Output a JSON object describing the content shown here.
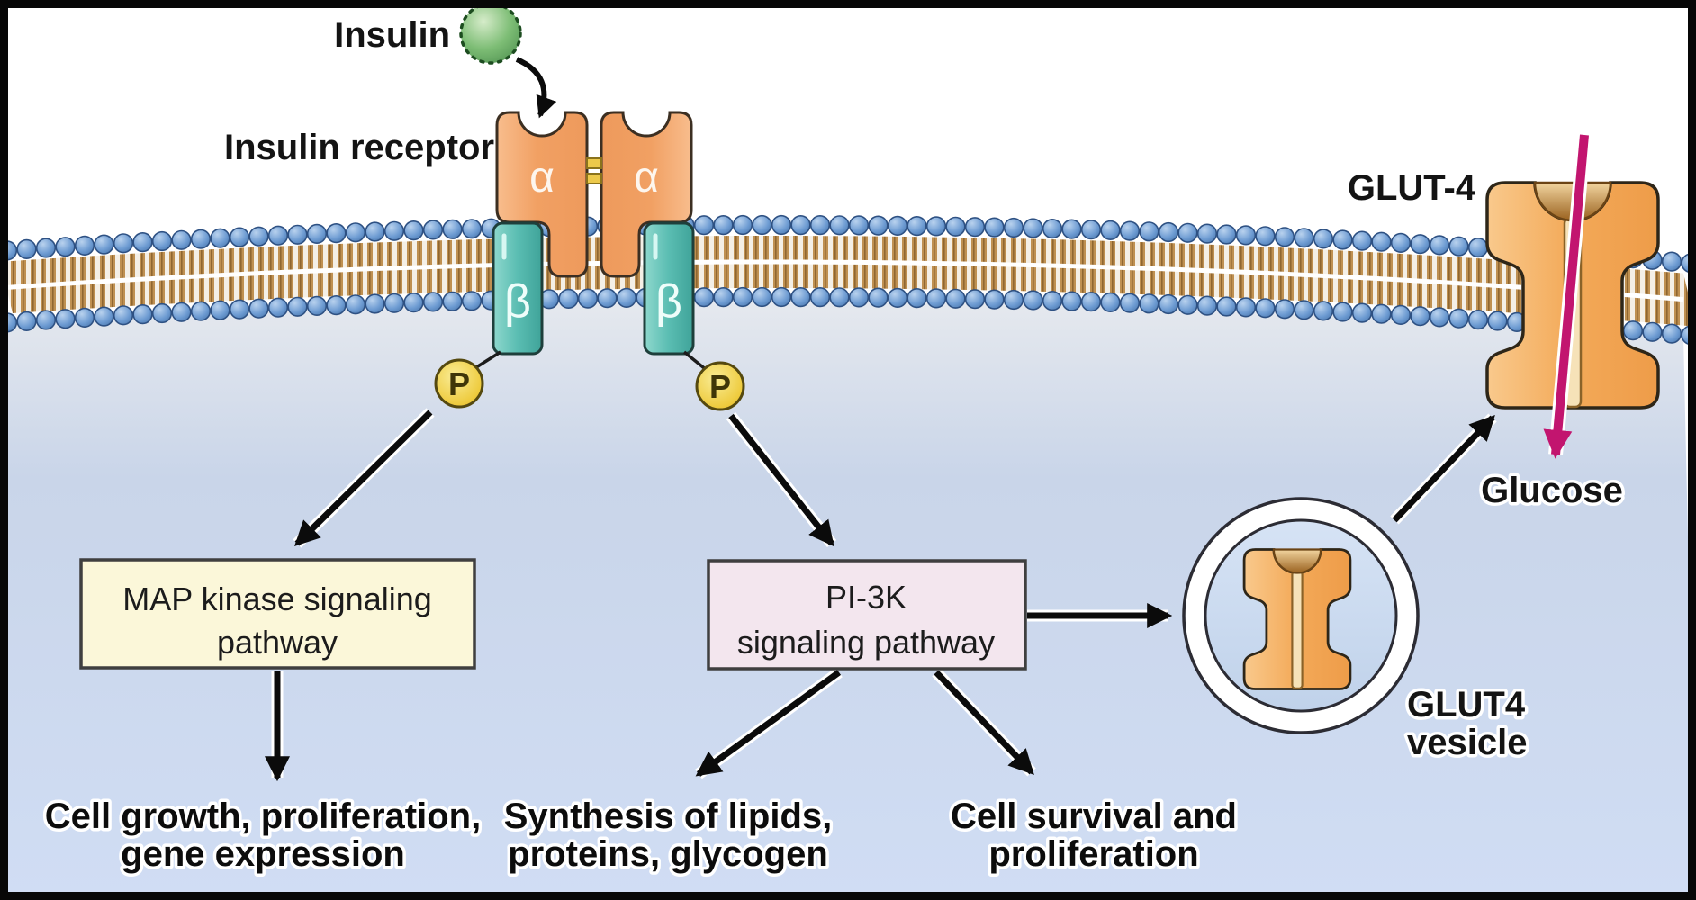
{
  "labels": {
    "insulin": "Insulin",
    "insulin_receptor": "Insulin receptor",
    "alpha_left": "α",
    "alpha_right": "α",
    "beta_left": "β",
    "beta_right": "β",
    "phosphate_left": "P",
    "phosphate_right": "P",
    "map_box_line1": "MAP kinase signaling",
    "map_box_line2": "pathway",
    "pi3k_box_line1": "PI-3K",
    "pi3k_box_line2": "signaling pathway",
    "outcome_map_line1": "Cell growth, proliferation,",
    "outcome_map_line2": "gene expression",
    "outcome_synthesis_line1": "Synthesis of lipids,",
    "outcome_synthesis_line2": "proteins, glycogen",
    "outcome_survival_line1": "Cell survival and",
    "outcome_survival_line2": "proliferation",
    "glut4_membrane": "GLUT-4",
    "glucose": "Glucose",
    "glut4_vesicle_line1": "GLUT4",
    "glut4_vesicle_line2": "vesicle"
  },
  "colors": {
    "background_top": "#ffffff",
    "cell_interior": "#cfdcf2",
    "membrane_bead": "#6d9bd2",
    "membrane_bead_stroke": "#2e5183",
    "membrane_tail": "#bf9051",
    "membrane_midline": "#ffffff",
    "alpha_subunit": "#f1a063",
    "beta_subunit": "#5abdb2",
    "phosphate_yellow": "#eecb3e",
    "insulin_green": "#7dbd75",
    "glut4_orange": "#f3a958",
    "vesicle_inner": "#c9d9ee",
    "glucose_arrow_magenta": "#c2156f",
    "map_box_fill": "#fbf7d9",
    "pi3k_box_fill": "#f3e6ee",
    "box_border": "#3f3f3f",
    "arrow_black": "#0b0b0b",
    "frame_black": "#070707"
  }
}
